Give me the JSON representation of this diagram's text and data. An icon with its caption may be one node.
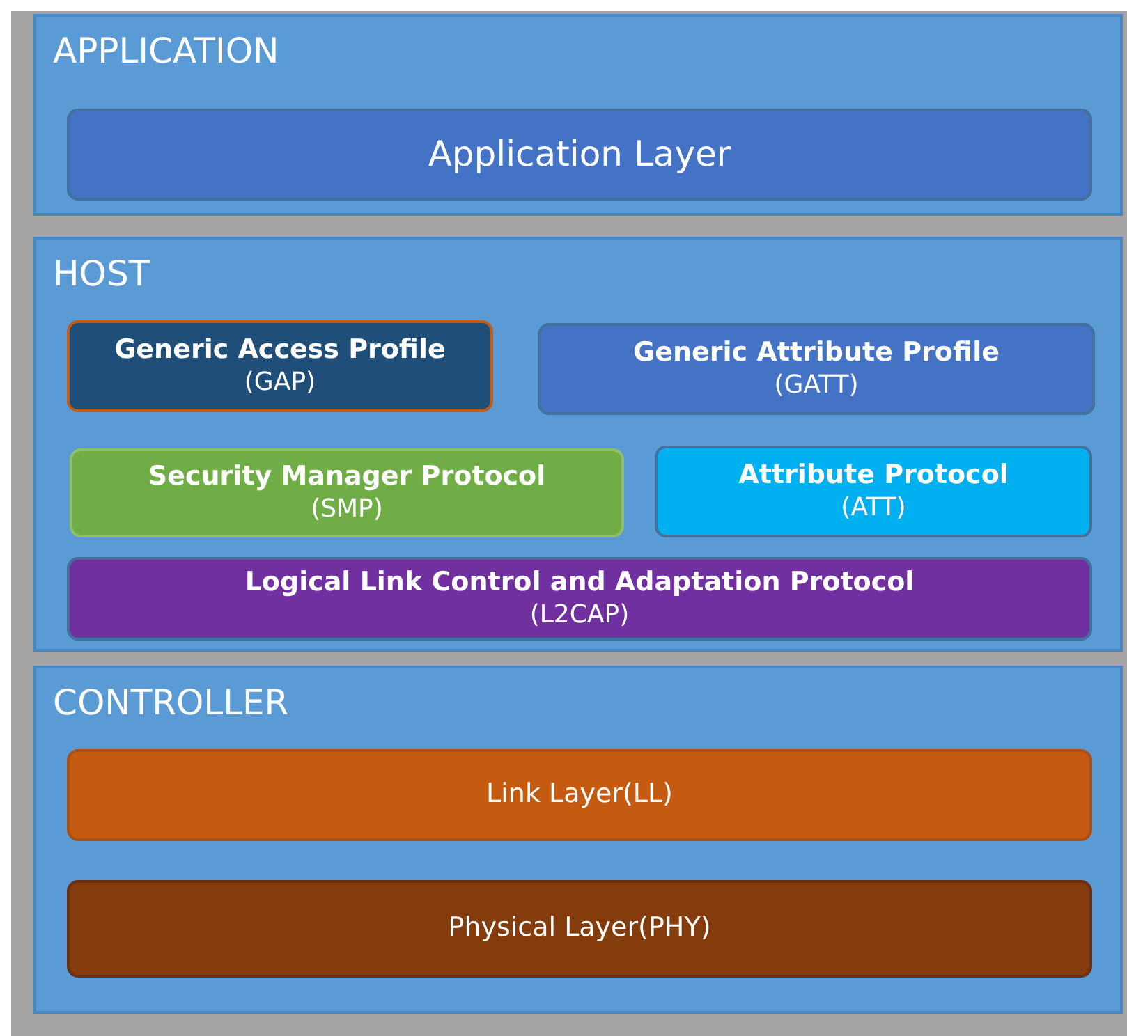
{
  "diagram": {
    "nodes": [
      {
        "text": [
          "APPLICATION"
        ]
      },
      {
        "text": [
          "Application Layer"
        ],
        "in": 0
      },
      {
        "text": [
          "HOST"
        ]
      },
      {
        "text": [
          "Generic Access Profile",
          "(GAP)"
        ],
        "in": 2
      },
      {
        "text": [
          "Generic Attribute Profile",
          "(GATT)"
        ],
        "in": 2
      },
      {
        "text": [
          "Security Manager Protocol",
          "(SMP)"
        ],
        "in": 2
      },
      {
        "text": [
          "Attribute Protocol",
          "(ATT)"
        ],
        "in": 2
      },
      {
        "text": [
          "Logical Link Control and Adaptation Protocol",
          "(L2CAP)"
        ],
        "in": 2
      },
      {
        "text": [
          "CONTROLLER"
        ]
      },
      {
        "text": [
          "Link Layer(LL)"
        ],
        "in": 8
      },
      {
        "text": [
          "Physical Layer(PHY)"
        ],
        "in": 8
      }
    ]
  }
}
